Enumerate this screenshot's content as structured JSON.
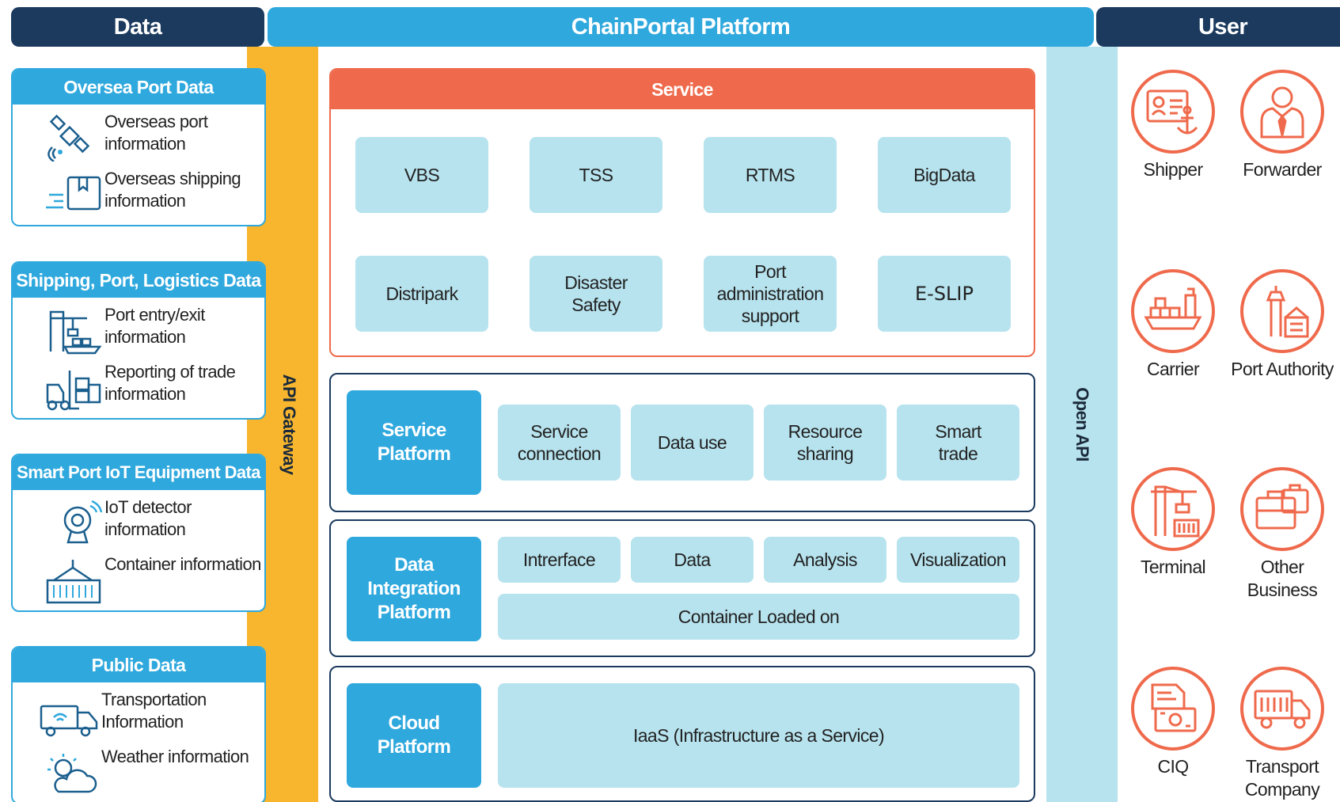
{
  "headers": {
    "data": "Data",
    "platform": "ChainPortal Platform",
    "user": "User"
  },
  "gateways": {
    "api": "API Gateway",
    "open_api": "Open API"
  },
  "data_panels": [
    {
      "title": "Oversea Port Data",
      "items": [
        {
          "label": "Overseas port information",
          "icon": "satellite-icon"
        },
        {
          "label": "Overseas shipping information",
          "icon": "document-icon"
        }
      ]
    },
    {
      "title": "Shipping, Port, Logistics Data",
      "items": [
        {
          "label": "Port entry/exit information",
          "icon": "port-crane-ship-icon"
        },
        {
          "label": "Reporting of trade information",
          "icon": "forklift-icon"
        }
      ]
    },
    {
      "title": "Smart Port IoT Equipment Data",
      "items": [
        {
          "label": "IoT detector information",
          "icon": "iot-camera-icon"
        },
        {
          "label": "Container information",
          "icon": "container-icon"
        }
      ]
    },
    {
      "title": "Public Data",
      "items": [
        {
          "label": "Transportation Information",
          "icon": "truck-icon"
        },
        {
          "label": "Weather information",
          "icon": "weather-icon"
        }
      ]
    }
  ],
  "service": {
    "title": "Service",
    "items": [
      "VBS",
      "TSS",
      "RTMS",
      "BigData",
      "Distripark",
      "Disaster Safety",
      "Port administration support",
      "E-SLIP"
    ]
  },
  "service_platform": {
    "label": "Service Platform",
    "items": [
      "Service connection",
      "Data use",
      "Resource sharing",
      "Smart trade"
    ]
  },
  "data_integration_platform": {
    "label": "Data Integration Platform",
    "items": [
      "Intrerface",
      "Data",
      "Analysis",
      "Visualization"
    ],
    "bottom": "Container Loaded on"
  },
  "cloud_platform": {
    "label": "Cloud Platform",
    "content": "IaaS (Infrastructure as a Service)"
  },
  "users": [
    {
      "label": "Shipper",
      "icon": "id-card-anchor-icon"
    },
    {
      "label": "Forwarder",
      "icon": "businessman-icon"
    },
    {
      "label": "Carrier",
      "icon": "cargo-ship-icon"
    },
    {
      "label": "Port Authority",
      "icon": "port-tower-icon"
    },
    {
      "label": "Terminal",
      "icon": "terminal-crane-icon"
    },
    {
      "label": "Other Business",
      "icon": "briefcase-icon"
    },
    {
      "label": "CIQ",
      "icon": "customs-document-icon"
    },
    {
      "label": "Transport Company",
      "icon": "truck-icon"
    }
  ],
  "colors": {
    "navy": "#1b3a5e",
    "blue": "#2fa8dd",
    "light_blue": "#b7e3ee",
    "orange": "#f8b62e",
    "red": "#ef6a4c"
  }
}
